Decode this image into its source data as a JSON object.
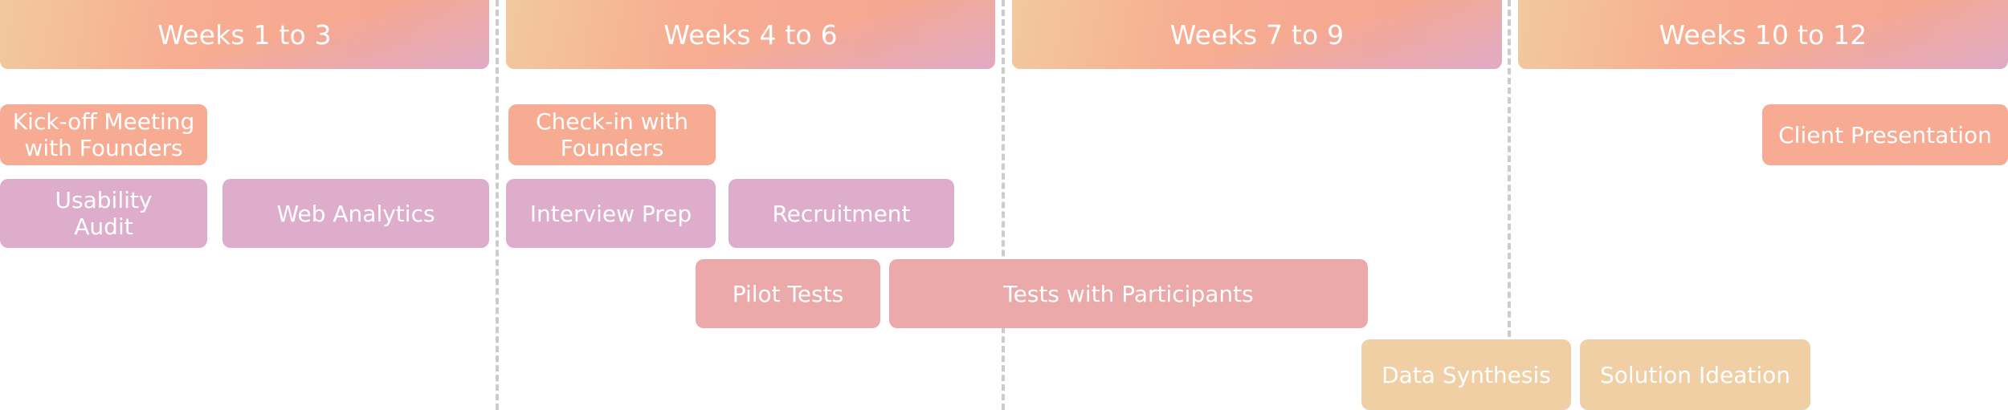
{
  "phases": [
    {
      "label": "Weeks 1 to 3"
    },
    {
      "label": "Weeks 4 to 6"
    },
    {
      "label": "Weeks 7 to 9"
    },
    {
      "label": "Weeks 10 to 12"
    }
  ],
  "tasks": {
    "kickoff": {
      "line1": "Kick-off Meeting",
      "line2": "with Founders"
    },
    "checkin": {
      "line1": "Check-in with",
      "line2": "Founders"
    },
    "client_presentation": "Client Presentation",
    "usability_audit": {
      "line1": "Usability",
      "line2": "Audit"
    },
    "web_analytics": "Web Analytics",
    "interview_prep": "Interview Prep",
    "recruitment": "Recruitment",
    "pilot_tests": "Pilot Tests",
    "tests_with_participants": "Tests with Participants",
    "data_synthesis": "Data Synthesis",
    "solution_ideation": "Solution Ideation"
  },
  "colors": {
    "meeting": "#f7ab93",
    "research_prep": "#deadcc",
    "testing": "#eba9aa",
    "synthesis": "#f1cfa5",
    "divider": "#cccccc"
  }
}
